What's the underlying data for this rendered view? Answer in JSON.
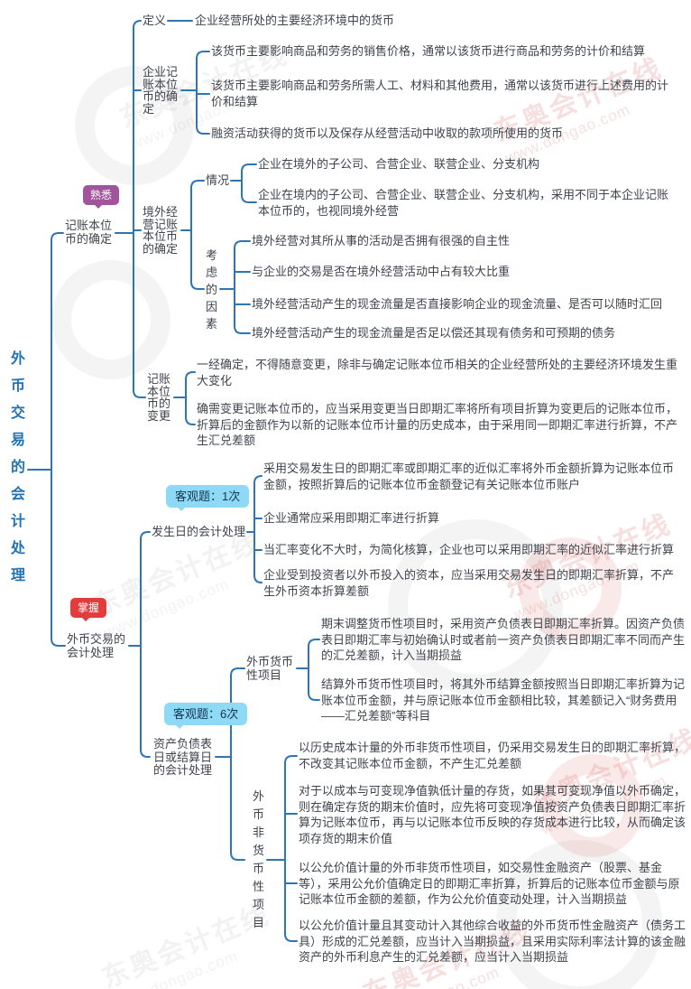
{
  "watermark": {
    "brand": "东奥会计在线",
    "site": "www.dongao.com"
  },
  "colors": {
    "line": "#2e75b5",
    "root_text": "#2273b5",
    "node_text": "#3f444c",
    "badge_familiar": "#a1549b",
    "badge_master": "#e23c3c",
    "badge_objective_bg": "#8ed9f6",
    "badge_objective_text": "#16344f"
  },
  "root_label": "外币交易的会计处理",
  "b1": {
    "badge": "熟悉",
    "label": "记账本位币的确定",
    "dingyi": {
      "label": "定义",
      "text": "企业经营所处的主要经济环境中的货币"
    },
    "qiye": {
      "label": "企业记账本位币的确定",
      "items": [
        "该货币主要影响商品和劳务的销售价格，通常以该货币进行商品和劳务的计价和结算",
        "该货币主要影响商品和劳务所需人工、材料和其他费用，通常以该货币进行上述费用的计价和结算",
        "融资活动获得的货币以及保存从经营活动中收取的款项所使用的货币"
      ]
    },
    "jingwai": {
      "label": "境外经营记账本位币的确定",
      "qingkuang": {
        "label": "情况",
        "items": [
          "企业在境外的子公司、合营企业、联营企业、分支机构",
          "企业在境内的子公司、合营企业、联营企业、分支机构，采用不同于本企业记账本位币的，也视同境外经营"
        ]
      },
      "kaolv": {
        "label": "考虑的因素",
        "items": [
          "境外经营对其所从事的活动是否拥有很强的自主性",
          "与企业的交易是否在境外经营活动中占有较大比重",
          "境外经营活动产生的现金流量是否直接影响企业的现金流量、是否可以随时汇回",
          "境外经营活动产生的现金流量是否足以偿还其现有债务和可预期的债务"
        ]
      }
    },
    "biangeng": {
      "label": "记账本位币的变更",
      "items": [
        "一经确定，不得随意变更，除非与确定记账本位币相关的企业经营所处的主要经济环境发生重大变化",
        "确需变更记账本位币的，应当采用变更当日即期汇率将所有项目折算为变更后的记账本位币，折算后的金额作为以新的记账本位币计量的历史成本，由于采用同一即期汇率进行折算，不产生汇兑差额"
      ]
    }
  },
  "b2": {
    "badge": "掌握",
    "label": "外币交易的会计处理",
    "fashengri": {
      "badge": "客观题：1次",
      "label": "发生日的会计处理",
      "items": [
        "采用交易发生日的即期汇率或即期汇率的近似汇率将外币金额折算为记账本位币金额，按照折算后的记账本位币金额登记有关记账本位币账户",
        "企业通常应采用即期汇率进行折算",
        "当汇率变化不大时，为简化核算，企业也可以采用即期汇率的近似汇率进行折算",
        "企业受到投资者以外币投入的资本，应当采用交易发生日的即期汇率折算，不产生外币资本折算差额"
      ]
    },
    "zcfzb": {
      "badge": "客观题：6次",
      "label": "资产负债表日或结算日的会计处理",
      "monetary": {
        "label": "外币货币性项目",
        "items": [
          "期末调整货币性项目时，采用资产负债表日即期汇率折算。因资产负债表日即期汇率与初始确认时或者前一资产负债表日即期汇率不同而产生的汇兑差额，计入当期损益",
          "结算外币货币性项目时，将其外币结算金额按照当日即期汇率折算为记账本位币金额，并与原记账本位币金额相比较，其差额记入“财务费用——汇兑差额”等科目"
        ]
      },
      "nonmonetary": {
        "label": "外币非货币性项目",
        "items": [
          "以历史成本计量的外币非货币性项目，仍采用交易发生日的即期汇率折算，不改变其记账本位币金额，不产生汇兑差额",
          "对于以成本与可变现净值孰低计量的存货，如果其可变现净值以外币确定，则在确定存货的期末价值时，应先将可变现净值按资产负债表日即期汇率折算为记账本位币，再与以记账本位币反映的存货成本进行比较，从而确定该项存货的期末价值",
          "以公允价值计量的外币非货币性项目，如交易性金融资产（股票、基金等），采用公允价值确定日的即期汇率折算，折算后的记账本位币金额与原记账本位币金额的差额，作为公允价值变动处理，计入当期损益",
          "以公允价值计量且其变动计入其他综合收益的外币货币性金融资产（债务工具）形成的汇兑差额，应当计入当期损益，且采用实际利率法计算的该金融资产的外币利息产生的汇兑差额，应当计入当期损益"
        ]
      }
    }
  }
}
